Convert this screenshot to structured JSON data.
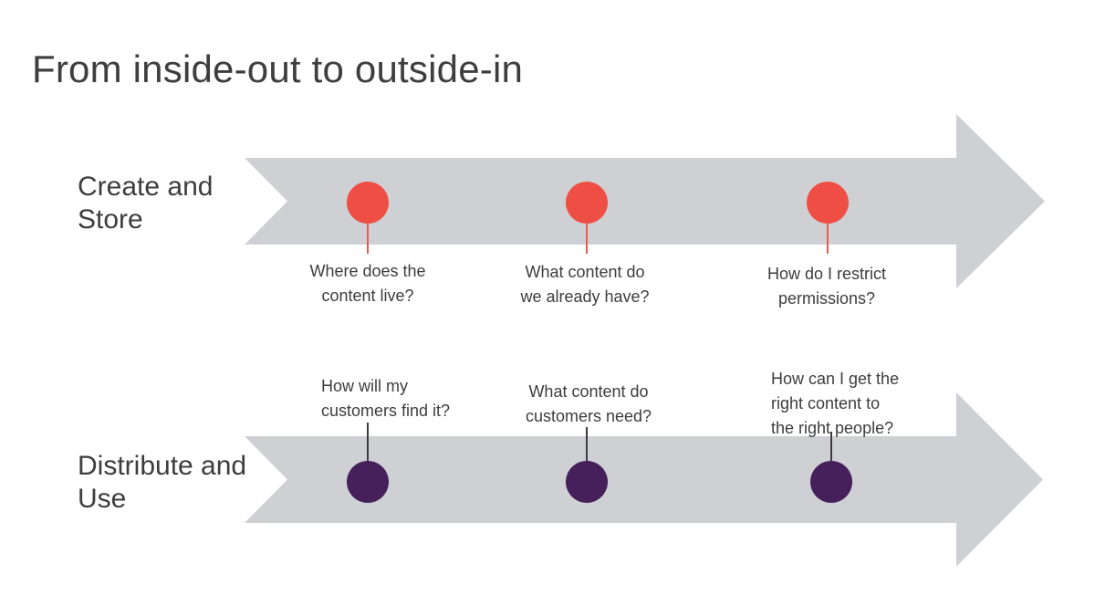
{
  "title": "From inside-out to outside-in",
  "colors": {
    "arrow_gray": "#cfd0d4",
    "create_store_dot": "#ef4e44",
    "create_store_stem": "#ef5a50",
    "distribute_use_dot": "#45205a",
    "distribute_use_stem": "#3f3a42",
    "text": "#3d3d3d"
  },
  "create_store_row": {
    "label": "Create and\nStore",
    "questions": [
      "Where does the\ncontent live?",
      "What content do\nwe already have?",
      "How do I restrict\npermissions?"
    ]
  },
  "distribute_use_row": {
    "label": "Distribute and\nUse",
    "questions": [
      "How will my\ncustomers find it?",
      "What content do\ncustomers need?",
      "How can I get the\nright content to\nthe right people?"
    ]
  }
}
